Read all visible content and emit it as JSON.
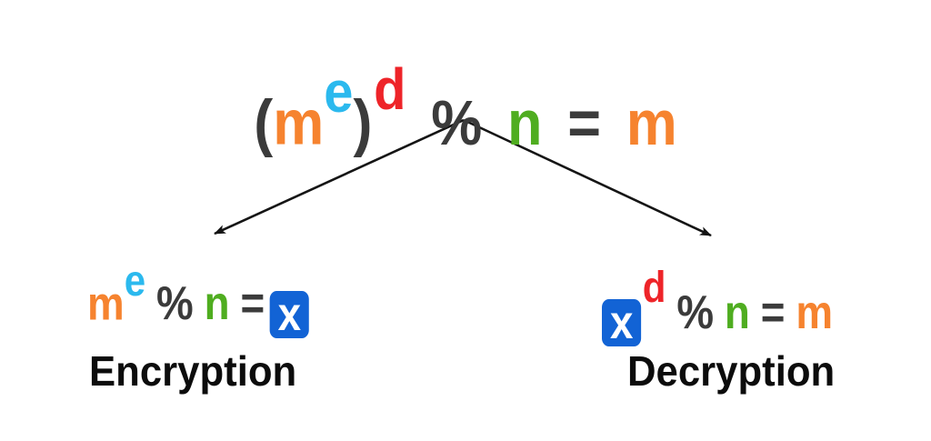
{
  "colors": {
    "background": "#ffffff",
    "orange": "#f6832f",
    "cyan": "#2bb9ee",
    "red": "#ee2429",
    "green": "#4fad20",
    "dark": "#3b3b3b",
    "blue_box": "#1263d5",
    "box_text": "#ffffff",
    "label": "#0c0c0c",
    "arrow": "#151515"
  },
  "top_formula": {
    "tokens": [
      "(",
      "m",
      "e",
      ")",
      "d",
      "%",
      "n",
      "=",
      "m"
    ]
  },
  "encryption": {
    "tokens": [
      "m",
      "e",
      "%",
      "n",
      "=",
      "x"
    ],
    "label": "Encryption"
  },
  "decryption": {
    "tokens": [
      "x",
      "d",
      "%",
      "n",
      "=",
      "m"
    ],
    "label": "Decryption"
  }
}
